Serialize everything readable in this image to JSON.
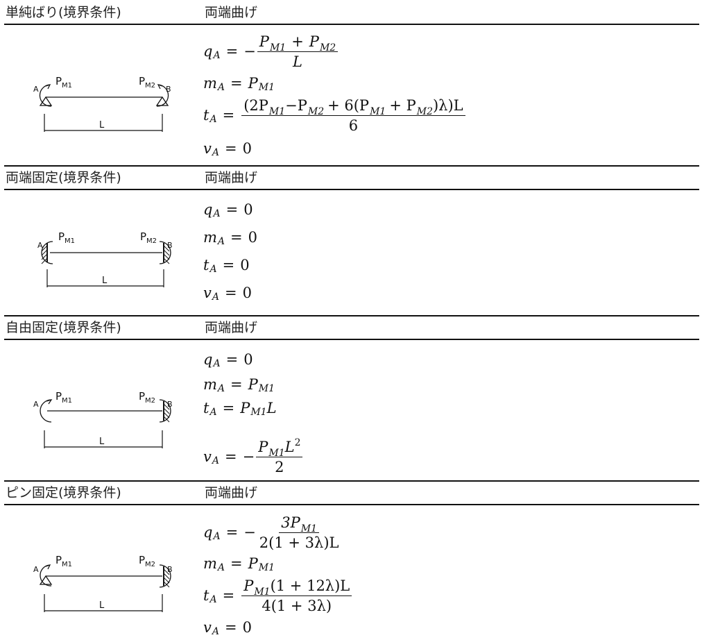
{
  "sections": [
    {
      "left_header": "単純ばり(境界条件)",
      "right_header": "両端曲げ",
      "diagram": {
        "pm1": "P",
        "pm1_sub": "M1",
        "pm2": "P",
        "pm2_sub": "M2",
        "a": "A",
        "b": "B",
        "span": "L"
      },
      "eqs": {
        "q_lhs": "q",
        "q_sub": "A",
        "eq": "=",
        "minus": "−",
        "q_num_1": "P",
        "q_num_1_sub": "M1",
        "q_num_plus": "+",
        "q_num_2": "P",
        "q_num_2_sub": "M2",
        "q_den": "L",
        "m_lhs": "m",
        "m_sub": "A",
        "m_rhs": "P",
        "m_rhs_sub": "M1",
        "t_lhs": "t",
        "t_sub": "A",
        "t_num_a": "(2P",
        "t_num_a_sub": "M1",
        "t_num_b": "−P",
        "t_num_b_sub": "M2",
        "t_num_c": "+ 6(P",
        "t_num_c_sub": "M1",
        "t_num_d": "+ P",
        "t_num_d_sub": "M2",
        "t_num_e": ")λ)L",
        "t_den": "6",
        "v_lhs": "v",
        "v_sub": "A",
        "v_rhs": "0"
      }
    },
    {
      "left_header": "両端固定(境界条件)",
      "right_header": "両端曲げ",
      "diagram": {
        "pm1": "P",
        "pm1_sub": "M1",
        "pm2": "P",
        "pm2_sub": "M2",
        "a": "A",
        "b": "B",
        "span": "L"
      },
      "eqs": {
        "q_lhs": "q",
        "q_sub": "A",
        "q_rhs": "0",
        "m_lhs": "m",
        "m_sub": "A",
        "m_rhs": "0",
        "t_lhs": "t",
        "t_sub": "A",
        "t_rhs": "0",
        "v_lhs": "v",
        "v_sub": "A",
        "v_rhs": "0",
        "eq": "="
      }
    },
    {
      "left_header": "自由固定(境界条件)",
      "right_header": "両端曲げ",
      "diagram": {
        "pm1": "P",
        "pm1_sub": "M1",
        "pm2": "P",
        "pm2_sub": "M2",
        "a": "A",
        "b": "B",
        "span": "L"
      },
      "eqs": {
        "q_lhs": "q",
        "q_sub": "A",
        "q_rhs": "0",
        "m_lhs": "m",
        "m_sub": "A",
        "m_rhs": "P",
        "m_rhs_sub": "M1",
        "t_lhs": "t",
        "t_sub": "A",
        "t_rhs": "P",
        "t_rhs_sub": "M1",
        "t_rhs_tail": "L",
        "v_lhs": "v",
        "v_sub": "A",
        "minus": "−",
        "v_num": "P",
        "v_num_sub": "M1",
        "v_num_tail": "L",
        "v_num_sup": "2",
        "v_den": "2",
        "eq": "="
      }
    },
    {
      "left_header": "ピン固定(境界条件)",
      "right_header": "両端曲げ",
      "diagram": {
        "pm1": "P",
        "pm1_sub": "M1",
        "pm2": "P",
        "pm2_sub": "M2",
        "a": "A",
        "b": "B",
        "span": "L"
      },
      "eqs": {
        "q_lhs": "q",
        "q_sub": "A",
        "minus": "−",
        "q_num": "3P",
        "q_num_sub": "M1",
        "q_den": "2(1 + 3λ)L",
        "m_lhs": "m",
        "m_sub": "A",
        "m_rhs": "P",
        "m_rhs_sub": "M1",
        "t_lhs": "t",
        "t_sub": "A",
        "t_num": "P",
        "t_num_sub": "M1",
        "t_num_tail": "(1 + 12λ)L",
        "t_den": "4(1 + 3λ)",
        "v_lhs": "v",
        "v_sub": "A",
        "v_rhs": "0",
        "eq": "="
      }
    }
  ]
}
